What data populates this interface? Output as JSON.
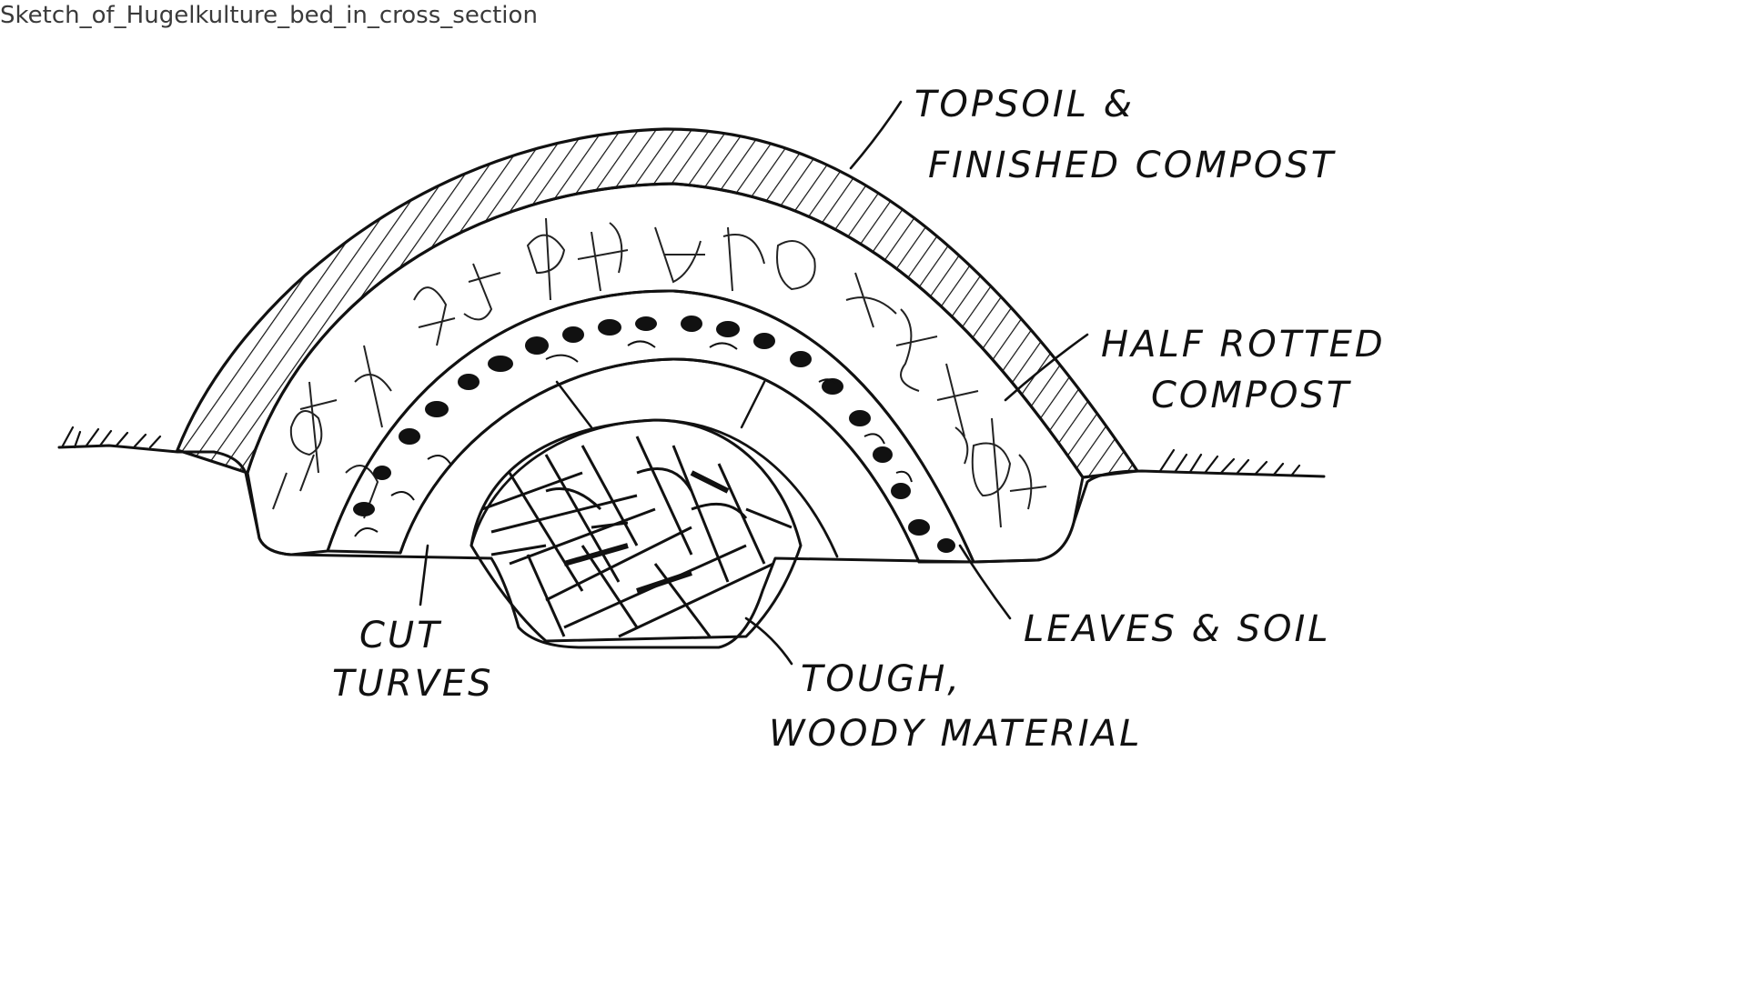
{
  "file_title": "Sketch_of_Hugelkulture_bed_in_cross_section",
  "labels": {
    "topsoil_line1": "TOPSOIL &",
    "topsoil_line2": "FINISHED COMPOST",
    "half_rotted_line1": "HALF ROTTED",
    "half_rotted_line2": "COMPOST",
    "leaves_soil": "LEAVES & SOIL",
    "cut_turves_line1": "CUT",
    "cut_turves_line2": "TURVES",
    "woody_line1": "TOUGH,",
    "woody_line2": "WOODY MATERIAL"
  }
}
